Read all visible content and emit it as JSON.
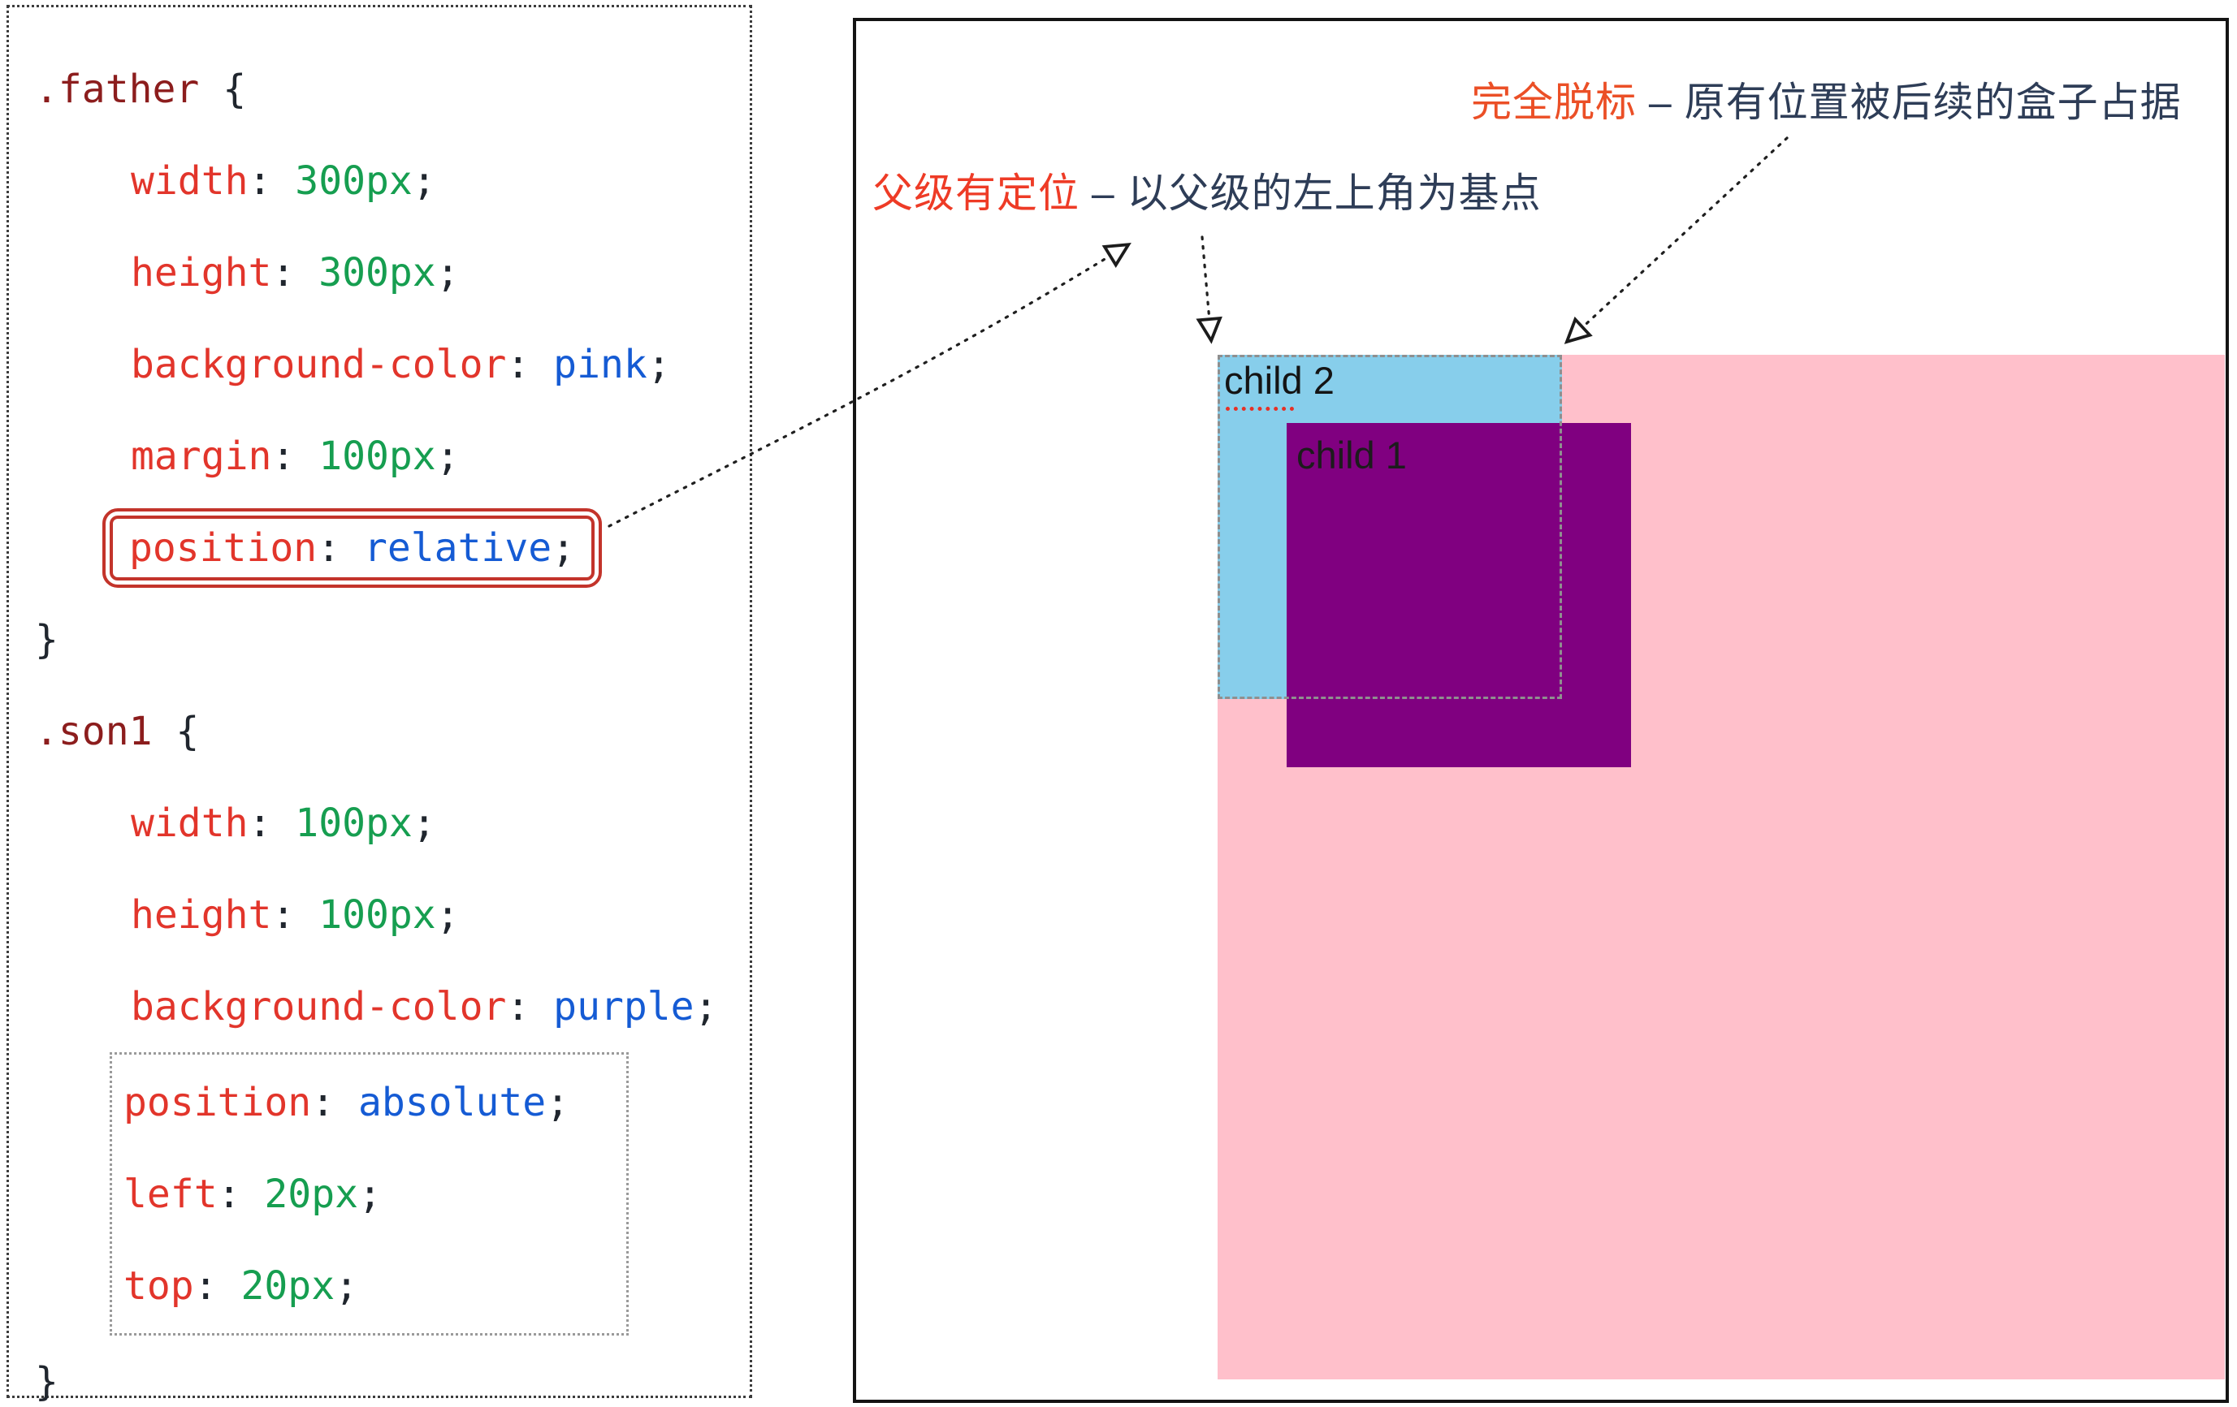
{
  "code_panel": {
    "lines": [
      {
        "tokens": [
          {
            "t": ".father",
            "c": "sel"
          },
          {
            "t": " {",
            "c": "plain"
          }
        ]
      },
      {
        "indent": true,
        "tokens": [
          {
            "t": "width",
            "c": "prop"
          },
          {
            "t": ": ",
            "c": "plain"
          },
          {
            "t": "300px",
            "c": "val"
          },
          {
            "t": ";",
            "c": "plain"
          }
        ]
      },
      {
        "indent": true,
        "tokens": [
          {
            "t": "height",
            "c": "prop"
          },
          {
            "t": ": ",
            "c": "plain"
          },
          {
            "t": "300px",
            "c": "val"
          },
          {
            "t": ";",
            "c": "plain"
          }
        ]
      },
      {
        "indent": true,
        "tokens": [
          {
            "t": "background-color",
            "c": "prop"
          },
          {
            "t": ": ",
            "c": "plain"
          },
          {
            "t": "pink",
            "c": "name"
          },
          {
            "t": ";",
            "c": "plain"
          }
        ]
      },
      {
        "indent": true,
        "tokens": [
          {
            "t": "margin",
            "c": "prop"
          },
          {
            "t": ": ",
            "c": "plain"
          },
          {
            "t": "100px",
            "c": "val"
          },
          {
            "t": ";",
            "c": "plain"
          }
        ]
      },
      {
        "box": "red",
        "tokens": [
          {
            "t": "position",
            "c": "prop"
          },
          {
            "t": ": ",
            "c": "plain"
          },
          {
            "t": "relative",
            "c": "name"
          },
          {
            "t": ";",
            "c": "plain"
          }
        ]
      },
      {
        "tokens": [
          {
            "t": "}",
            "c": "plain"
          }
        ]
      },
      {
        "tokens": [
          {
            "t": ".son1",
            "c": "sel"
          },
          {
            "t": " {",
            "c": "plain"
          }
        ]
      },
      {
        "indent": true,
        "tokens": [
          {
            "t": "width",
            "c": "prop"
          },
          {
            "t": ": ",
            "c": "plain"
          },
          {
            "t": "100px",
            "c": "val"
          },
          {
            "t": ";",
            "c": "plain"
          }
        ]
      },
      {
        "indent": true,
        "tokens": [
          {
            "t": "height",
            "c": "prop"
          },
          {
            "t": ": ",
            "c": "plain"
          },
          {
            "t": "100px",
            "c": "val"
          },
          {
            "t": ";",
            "c": "plain"
          }
        ]
      },
      {
        "indent": true,
        "tokens": [
          {
            "t": "background-color",
            "c": "prop"
          },
          {
            "t": ": ",
            "c": "plain"
          },
          {
            "t": "purple",
            "c": "name"
          },
          {
            "t": ";",
            "c": "plain"
          }
        ]
      },
      {
        "group": "dotted",
        "tokens": [
          {
            "t": "position",
            "c": "prop"
          },
          {
            "t": ": ",
            "c": "plain"
          },
          {
            "t": "absolute",
            "c": "name"
          },
          {
            "t": ";",
            "c": "plain"
          }
        ]
      },
      {
        "group": "dotted",
        "tokens": [
          {
            "t": "left",
            "c": "prop"
          },
          {
            "t": ": ",
            "c": "plain"
          },
          {
            "t": "20px",
            "c": "val"
          },
          {
            "t": ";",
            "c": "plain"
          }
        ]
      },
      {
        "group": "dotted",
        "tokens": [
          {
            "t": "top",
            "c": "prop"
          },
          {
            "t": ": ",
            "c": "plain"
          },
          {
            "t": "20px",
            "c": "val"
          },
          {
            "t": ";",
            "c": "plain"
          }
        ]
      },
      {
        "tokens": [
          {
            "t": "}",
            "c": "plain"
          }
        ]
      }
    ]
  },
  "diagram": {
    "annotations": {
      "parent_positioned": {
        "highlight": "父级有定位",
        "rest": " – 以父级的左上角为基点"
      },
      "detached": {
        "highlight": "完全脱标",
        "rest": " – 原有位置被后续的盒子占据"
      }
    },
    "boxes": {
      "child1_label": "child 1",
      "child2_label": "child 2"
    },
    "colors": {
      "father_pink": "#ffc0cb",
      "child1_purple": "#800080",
      "child2_skyblue": "#87ceeb",
      "highlight_red": "#ee3b26",
      "annotation_dark": "#2e3d57",
      "code_property_red": "#e2352b",
      "code_value_green": "#169e50",
      "code_keyword_blue": "#155bd4",
      "code_selector_maroon": "#8c1d1d"
    }
  }
}
